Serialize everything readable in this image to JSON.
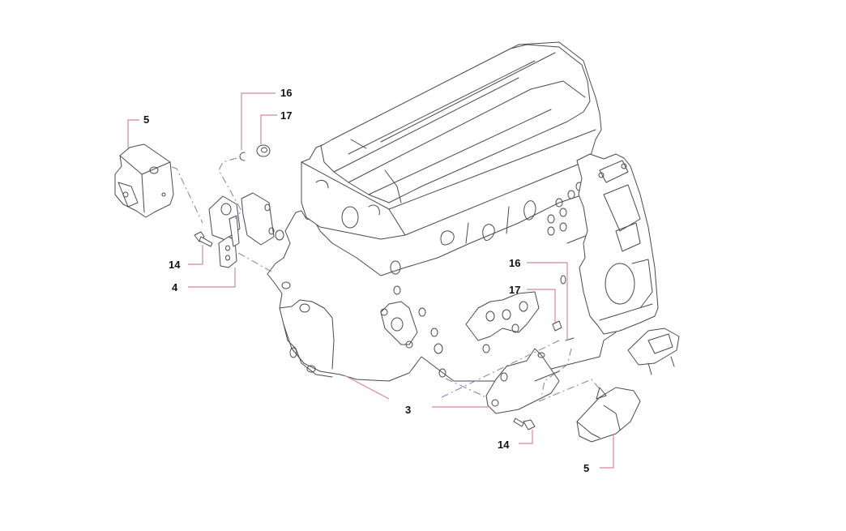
{
  "diagram": {
    "title": "Engine mounting exploded view",
    "colors": {
      "part_outline": "#4a4a4a",
      "leader_line": "#d48a95",
      "assembly_line": "#7a7fc4",
      "label_text": "#111111",
      "background": "#ffffff"
    },
    "callouts": [
      {
        "id": "c5-left",
        "label": "5",
        "part": "engine-mount-left"
      },
      {
        "id": "c16-top",
        "label": "16",
        "part": "retaining-clip"
      },
      {
        "id": "c17-top",
        "label": "17",
        "part": "nut"
      },
      {
        "id": "c14-left",
        "label": "14",
        "part": "bolt"
      },
      {
        "id": "c4",
        "label": "4",
        "part": "engine-bracket-left"
      },
      {
        "id": "c16-right",
        "label": "16",
        "part": "retaining-clip"
      },
      {
        "id": "c17-right",
        "label": "17",
        "part": "nut"
      },
      {
        "id": "c3",
        "label": "3",
        "part": "engine-bracket-right"
      },
      {
        "id": "c14-right",
        "label": "14",
        "part": "bolt"
      },
      {
        "id": "c5-right",
        "label": "5",
        "part": "engine-mount-right"
      }
    ]
  }
}
